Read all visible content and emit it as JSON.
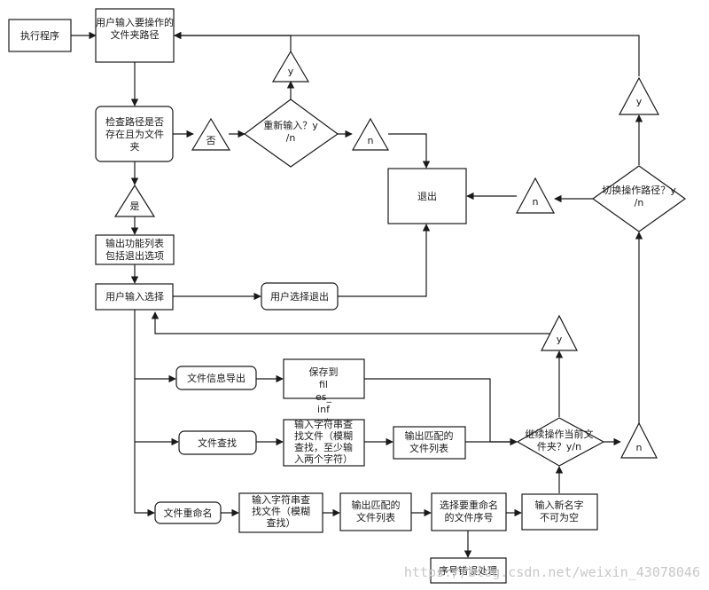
{
  "nodes": {
    "start": "执行程序",
    "input_path": "用户输入要操作的文件夹路径",
    "check_path": "检查路径是否存在且为文件夹",
    "no_tri": "否",
    "retry": "重新输入？y/n",
    "retry_y": "y",
    "retry_n": "n",
    "exit": "退出",
    "yes_tri": "是",
    "menu": "输出功能列表包括退出选项",
    "choice": "用户输入选择",
    "choose_exit": "用户选择退出",
    "switch_path": "切换操作路径？y/n",
    "switch_y": "y",
    "switch_n": "n",
    "export": "文件信息导出",
    "save": "保存到files_info.txt",
    "search": "文件查找",
    "search_input": "输入字符串查找文件（模糊查找，至少输入两个字符）",
    "search_out": "输出匹配的文件列表",
    "continue": "继续操作当前文件夹？y/n",
    "continue_y": "y",
    "continue_n": "n",
    "rename": "文件重命名",
    "rename_input": "输入字符串查找文件（模糊查找）",
    "rename_out": "输出匹配的文件列表",
    "select_idx": "选择要重命名的文件序号",
    "new_name": "输入新名字不可为空",
    "idx_error": "序号错误处理"
  },
  "watermark": "https://blog.csdn.net/weixin_43078046"
}
